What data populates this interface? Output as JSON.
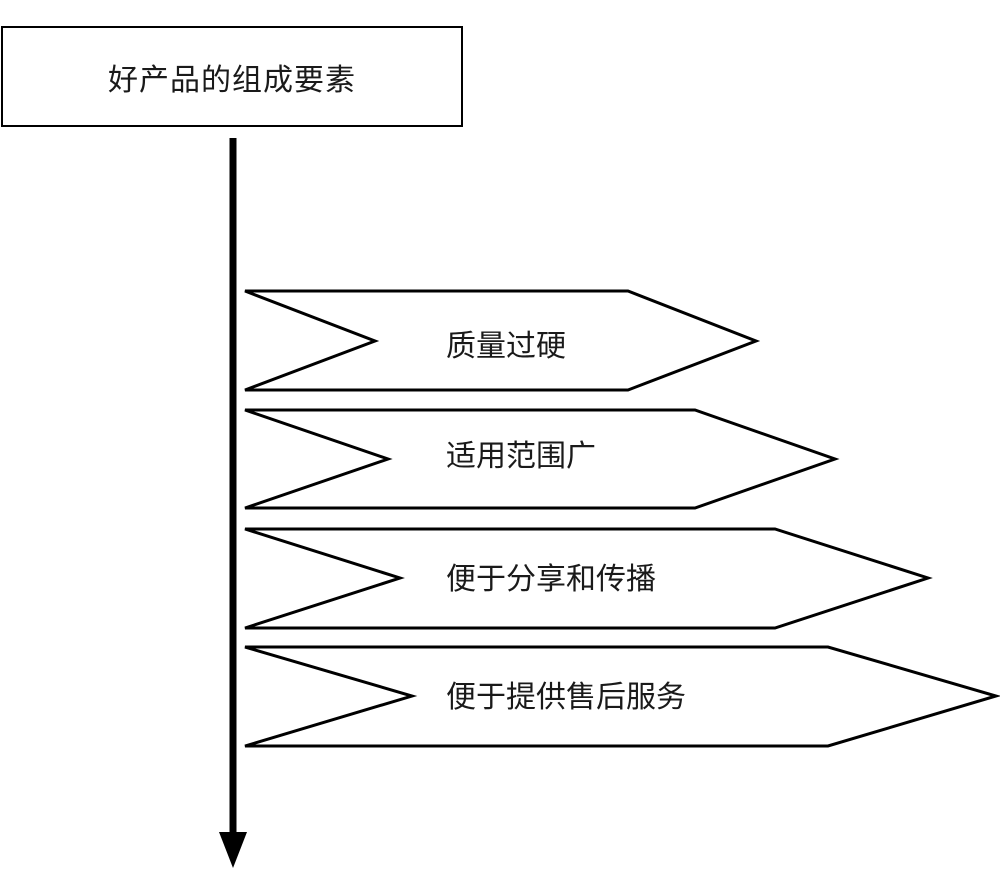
{
  "title": "好产品的组成要素",
  "items": [
    {
      "label": "质量过硬"
    },
    {
      "label": "适用范围广"
    },
    {
      "label": "便于分享和传播"
    },
    {
      "label": "便于提供售后服务"
    }
  ],
  "colors": {
    "stroke": "#000000",
    "text": "#1a1a1a",
    "background": "#ffffff"
  }
}
